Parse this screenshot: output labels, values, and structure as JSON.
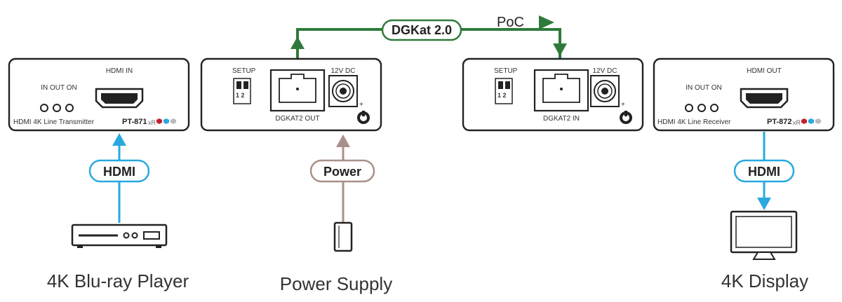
{
  "colors": {
    "dgkat": "#2f7a3b",
    "hdmi": "#29a9e0",
    "power": "#a89088",
    "outline": "#222222",
    "led_red": "#c8202f",
    "led_blue": "#29a9e0",
    "led_gray": "#bbbbbb"
  },
  "transmitter": {
    "hdmi_label": "HDMI IN",
    "led_labels": "IN OUT ON",
    "name": "HDMI 4K Line Transmitter",
    "model": "PT-871",
    "model_suffix": "xR"
  },
  "tx_rear": {
    "setup_label": "SETUP",
    "switch_text": "1 2",
    "dc_label": "12V DC",
    "port_label": "DGKAT2 OUT",
    "icons": [
      "dip-switch-icon",
      "rj45-port-icon",
      "dc-jack-icon",
      "power-plug-symbol-icon"
    ]
  },
  "rx_rear": {
    "setup_label": "SETUP",
    "switch_text": "1 2",
    "dc_label": "12V DC",
    "port_label": "DGKAT2 IN"
  },
  "receiver": {
    "hdmi_label": "HDMI OUT",
    "led_labels": "IN OUT ON",
    "name": "HDMI 4K Line Receiver",
    "model": "PT-872",
    "model_suffix": "xR"
  },
  "links": {
    "dgkat_label": "DGKat 2.0",
    "poc_label": "PoC",
    "hdmi_in_label": "HDMI",
    "hdmi_out_label": "HDMI",
    "power_label": "Power"
  },
  "captions": {
    "source": "4K Blu-ray Player",
    "power": "Power Supply",
    "display": "4K Display"
  },
  "icons": [
    "blu-ray-player-icon",
    "power-supply-icon",
    "display-icon",
    "hdmi-port-icon",
    "arrow-icon"
  ]
}
